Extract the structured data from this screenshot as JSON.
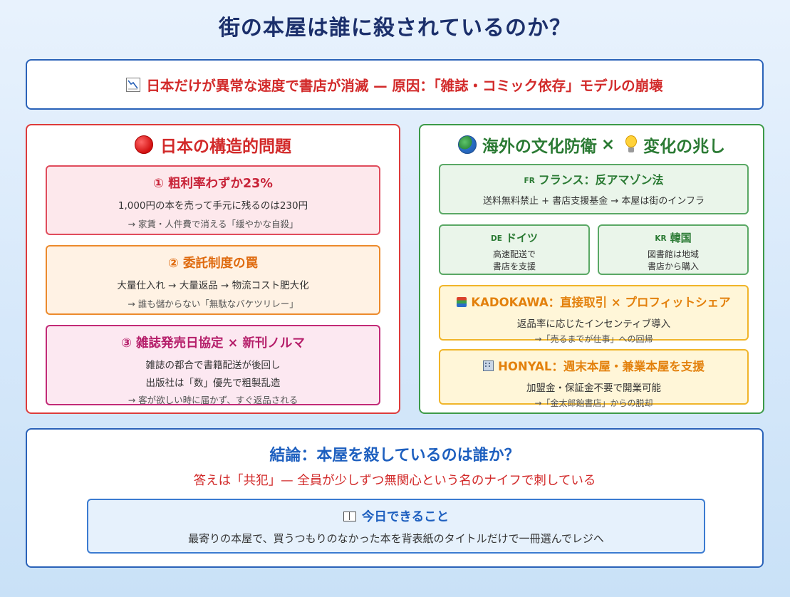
{
  "title": "街の本屋は誰に殺されているのか？",
  "banner": {
    "icon": "chart-decreasing-icon",
    "text": "日本だけが異常な速度で書店が消滅 — 原因：「雑誌・コミック依存」モデルの崩壊"
  },
  "left_panel": {
    "icon": "red-circle-icon",
    "title": "日本の構造的問題",
    "cards": [
      {
        "title": "① 粗利率わずか23%",
        "line": "1,000円の本を売って手元に残るのは230円",
        "note": "→ 家賃・人件費で消える「緩やかな自殺」"
      },
      {
        "title": "② 委託制度の罠",
        "line": "大量仕入れ → 大量返品 → 物流コスト肥大化",
        "note": "→ 誰も儲からない「無駄なバケツリレー」"
      },
      {
        "title": "③ 雑誌発売日協定 × 新刊ノルマ",
        "line": "雑誌の都合で書籍配送が後回し",
        "line2": "出版社は「数」優先で粗製乱造",
        "note": "→ 客が欲しい時に届かず、すぐ返品される"
      }
    ]
  },
  "right_panel": {
    "title_part1": "海外の文化防衛",
    "title_sep": "×",
    "title_part2": "変化の兆し",
    "france": {
      "flag": "FR",
      "title": "フランス：反アマゾン法",
      "line": "送料無料禁止 + 書店支援基金 → 本屋は街のインフラ"
    },
    "germany": {
      "flag": "DE",
      "title": "ドイツ",
      "line1": "高速配送で",
      "line2": "書店を支援"
    },
    "korea": {
      "flag": "KR",
      "title": "韓国",
      "line1": "図書館は地域",
      "line2": "書店から購入"
    },
    "kadokawa": {
      "icon": "books-icon",
      "title": "KADOKAWA：直接取引 × プロフィットシェア",
      "line": "返品率に応じたインセンティブ導入",
      "note": "→「売るまでが仕事」への回帰"
    },
    "honyal": {
      "icon": "building-icon",
      "title": "HONYAL：週末本屋・兼業本屋を支援",
      "line": "加盟金・保証金不要で開業可能",
      "note": "→「金太郎飴書店」からの脱却"
    }
  },
  "conclusion": {
    "title": "結論：本屋を殺しているのは誰か？",
    "answer": "答えは「共犯」— 全員が少しずつ無関心という名のナイフで刺している",
    "today": {
      "icon": "open-book-icon",
      "title": "今日できること",
      "text": "最寄りの本屋で、買うつもりのなかった本を背表紙のタイトルだけで一冊選んでレジへ"
    }
  }
}
